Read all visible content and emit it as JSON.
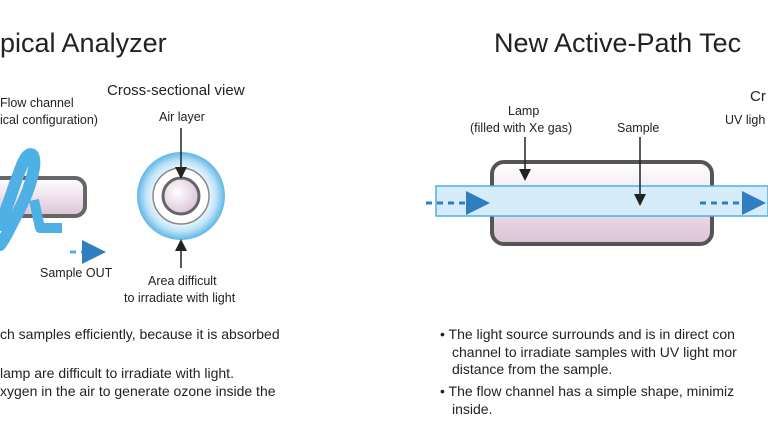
{
  "left": {
    "title": "pical Analyzer",
    "cross_section_title": "Cross-sectional view",
    "flow_channel_line1": "Flow channel",
    "flow_channel_line2": "ical configuration)",
    "air_layer": "Air layer",
    "sample_out": "Sample OUT",
    "area_line1": "Area difficult",
    "area_line2": "to irradiate with light",
    "body_lines": [
      "ch samples efficiently, because it is absorbed",
      " lamp are difficult to irradiate with light.",
      "xygen in the air to generate ozone inside the"
    ]
  },
  "right": {
    "title": "New Active-Path Tec",
    "cross_section_title": "Cr",
    "lamp_line1": "Lamp",
    "lamp_line2": "(filled with Xe gas)",
    "sample": "Sample",
    "uv_light": "UV ligh",
    "body_lines": [
      "• The light source surrounds and is in direct con",
      "channel to irradiate samples with UV light mor",
      "distance from the sample.",
      "• The flow channel has a simple shape, minimiz",
      "inside."
    ]
  },
  "colors": {
    "flow_blue": "#4fb0e6",
    "arrow_blue": "#2f7fc0",
    "lamp_pink": "#ecdcea",
    "lamp_outline": "#555555"
  }
}
